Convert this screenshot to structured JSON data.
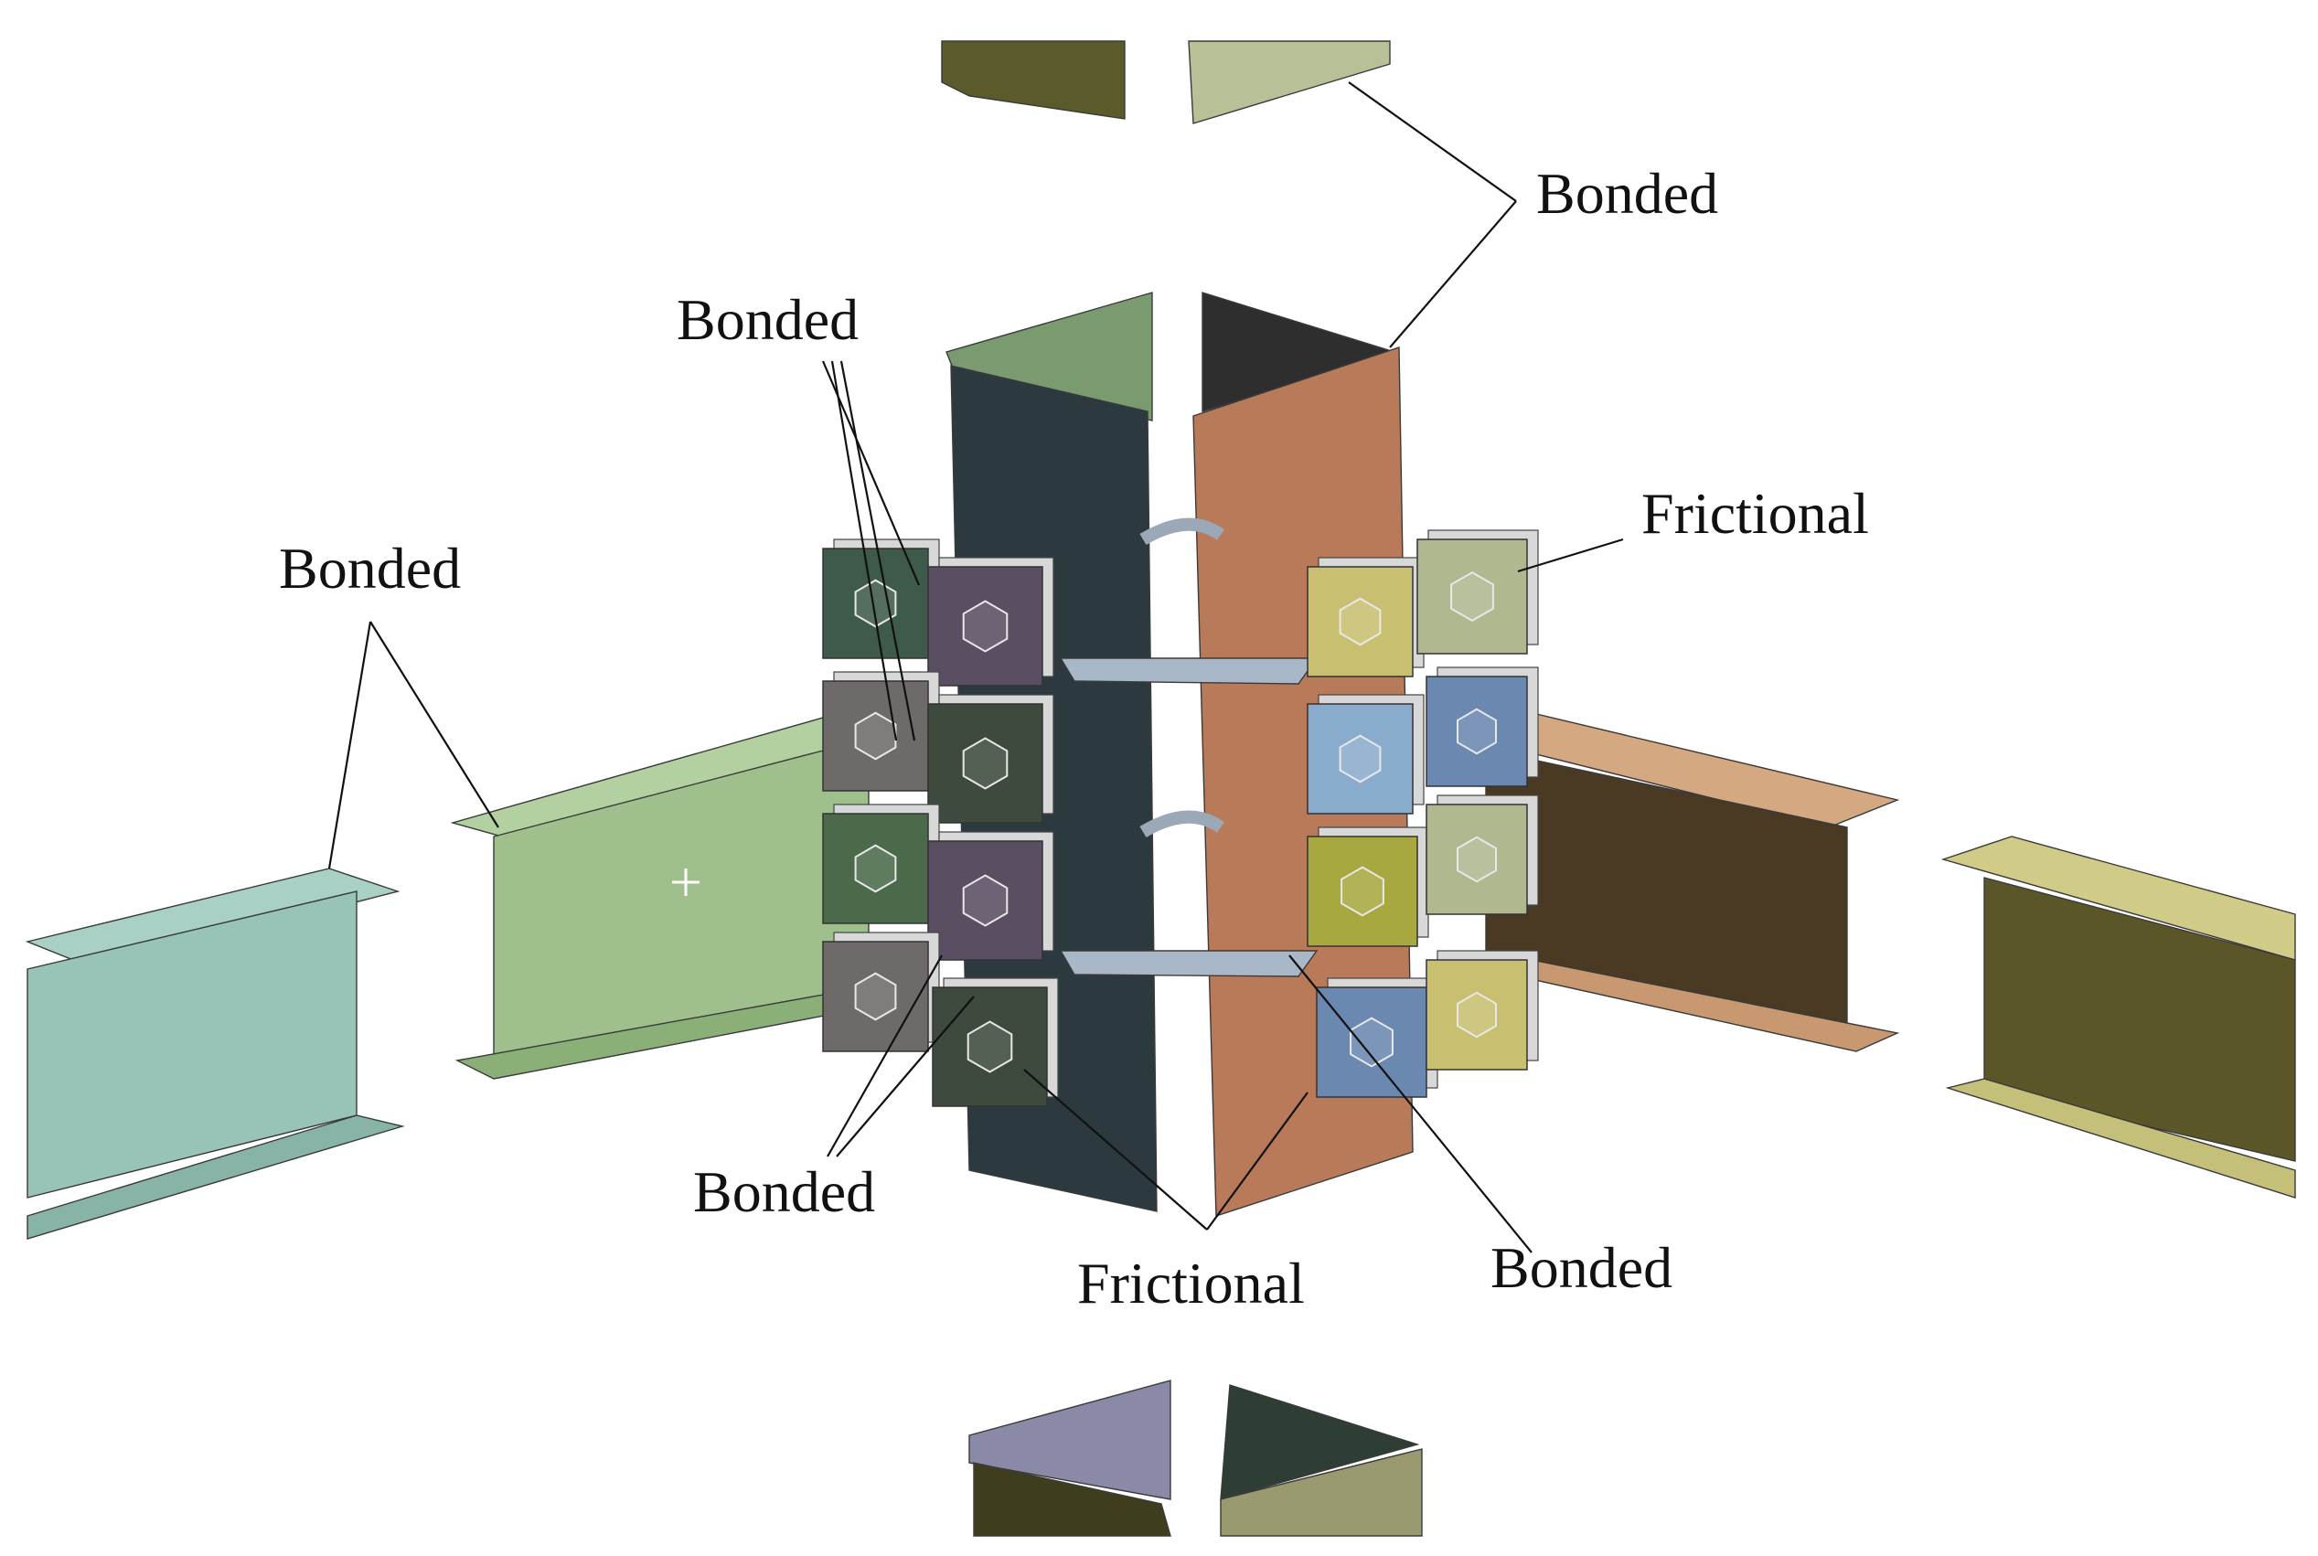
{
  "labels": {
    "bonded_top_right": "Bonded",
    "bonded_top_left": "Bonded",
    "bonded_left": "Bonded",
    "frictional_right": "Frictional",
    "bonded_bottom_left": "Bonded",
    "frictional_bottom": "Frictional",
    "bonded_bottom_right": "Bonded"
  },
  "colors": {
    "beam_far_left": "#98c4b8",
    "beam_near_left": "#9fc08c",
    "beam_near_right": "#c89870",
    "beam_near_right_web": "#4a3a24",
    "beam_far_right": "#c4c07a",
    "column_left_face": "#2c3a40",
    "column_left_top": "#7a9a70",
    "column_right_face": "#b87a58",
    "column_right_top": "#2e2e2e",
    "column_top_a": "#5a5a2a",
    "column_top_b": "#b8c098",
    "column_bottom_a": "#8a8aa8",
    "column_bottom_b": "#2e3e34",
    "diaphragm": "#a8b8c8",
    "bolt_plate_colors": [
      "#3e5a4a",
      "#5a4e62",
      "#3e4a3e",
      "#6e6a6a",
      "#4a6a4a",
      "#c8c070",
      "#8aaccc",
      "#a8a840",
      "#6a88b0",
      "#b0b890"
    ]
  },
  "icons": [
    "hex-bolt-icon",
    "cross-marker-icon"
  ]
}
